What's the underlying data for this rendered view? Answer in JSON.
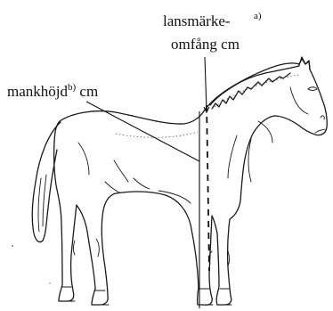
{
  "labels": {
    "girth_line1": "lansmärke-",
    "girth_sup": "a)",
    "girth_line2": "omfång cm",
    "height_text": "mankhöjd",
    "height_sup": "b)",
    "height_unit": " cm"
  },
  "colors": {
    "ink": "#1a1a1a",
    "background": "#ffffff"
  }
}
